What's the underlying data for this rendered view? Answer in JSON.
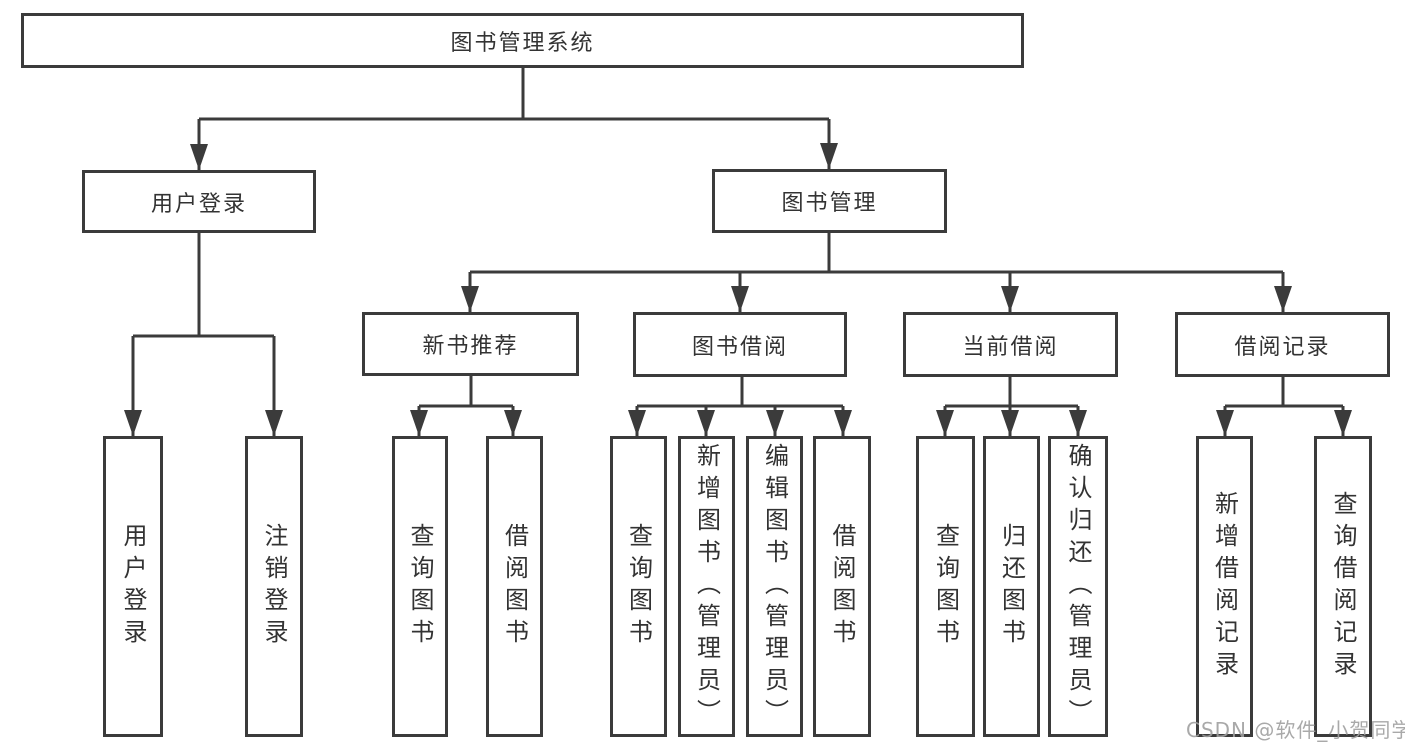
{
  "diagram_title": "图书管理系统",
  "watermark": "CSDN @软件_小贺同学",
  "colors": {
    "line": "#3b3b3b",
    "text": "#333333",
    "background": "#ffffff",
    "watermark": "#a0a0a0"
  },
  "tree": {
    "root": {
      "label": "图书管理系统"
    },
    "children": [
      {
        "label": "用户登录",
        "children": [
          {
            "label": "用户登录"
          },
          {
            "label": "注销登录"
          }
        ]
      },
      {
        "label": "图书管理",
        "children": [
          {
            "label": "新书推荐",
            "children": [
              {
                "label": "查询图书"
              },
              {
                "label": "借阅图书"
              }
            ]
          },
          {
            "label": "图书借阅",
            "children": [
              {
                "label": "查询图书"
              },
              {
                "label": "新增图书（管理员）"
              },
              {
                "label": "编辑图书（管理员）"
              },
              {
                "label": "借阅图书"
              }
            ]
          },
          {
            "label": "当前借阅",
            "children": [
              {
                "label": "查询图书"
              },
              {
                "label": "归还图书"
              },
              {
                "label": "确认归还（管理员）"
              }
            ]
          },
          {
            "label": "借阅记录",
            "children": [
              {
                "label": "新增借阅记录"
              },
              {
                "label": "查询借阅记录"
              }
            ]
          }
        ]
      }
    ]
  }
}
